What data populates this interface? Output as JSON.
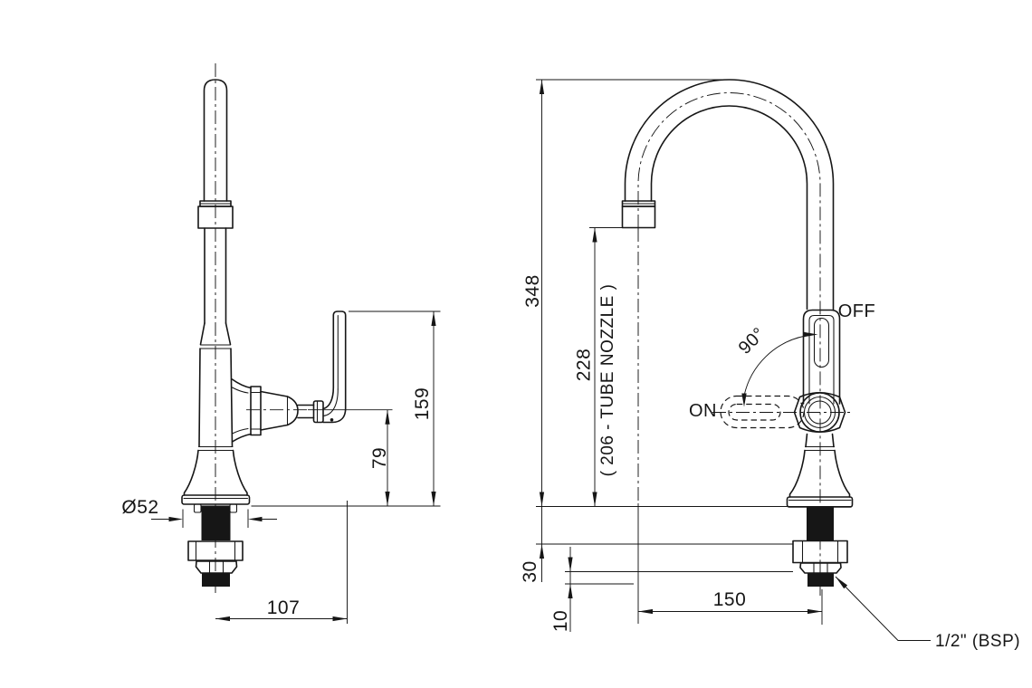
{
  "drawing": {
    "background": "#ffffff",
    "line_color": "#161616",
    "side_view": {
      "dims": {
        "base_diameter": "Ø52",
        "handle_reach": "107",
        "valve_center_height": "79",
        "handle_top_height": "159"
      }
    },
    "front_view": {
      "dims": {
        "overall_height": "348",
        "nozzle_clearance": "228",
        "nozzle_note": "( 206 - TUBE NOZZLE )",
        "handle_rotation": "90°",
        "deck_dim_upper": "30",
        "deck_dim_lower": "10",
        "spout_reach": "150"
      },
      "handle_positions": {
        "on": "ON",
        "off": "OFF"
      },
      "thread_callout": "1/2\" (BSP)"
    }
  }
}
